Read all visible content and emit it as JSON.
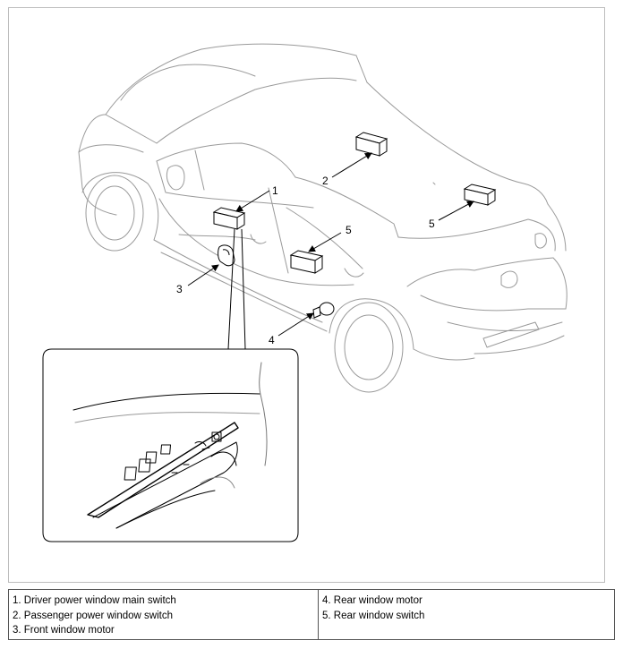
{
  "callouts": {
    "c1": "1",
    "c2": "2",
    "c3": "3",
    "c4": "4",
    "c5a": "5",
    "c5b": "5"
  },
  "legend": {
    "left": [
      "1. Driver power window main switch",
      "2. Passenger power window switch",
      "3. Front window motor"
    ],
    "right": [
      "4. Rear window motor",
      "5. Rear window switch"
    ]
  }
}
